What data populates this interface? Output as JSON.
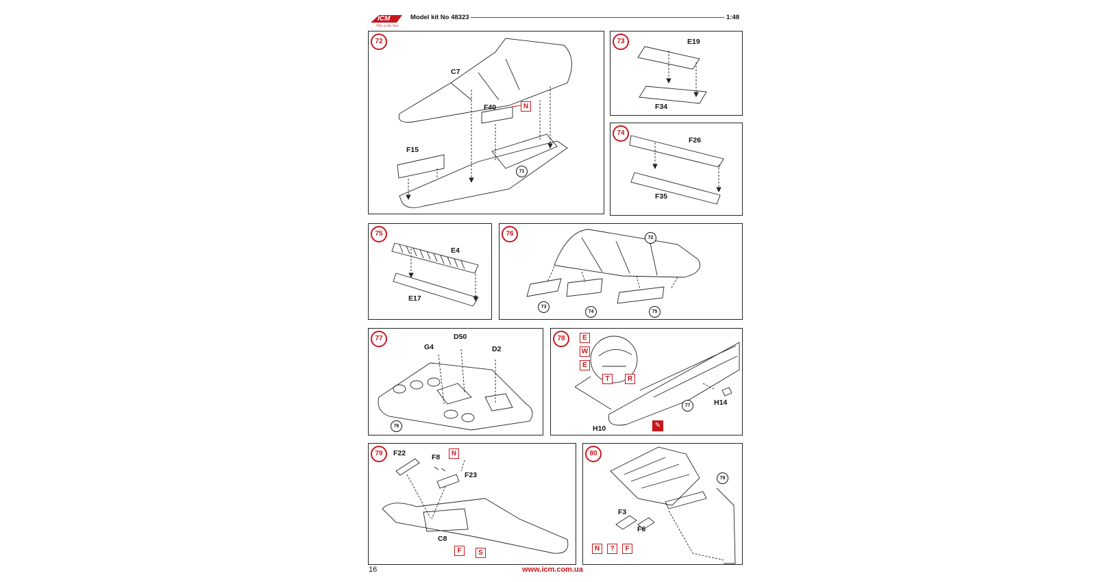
{
  "header": {
    "brand": "ICM",
    "tagline": "This is the best",
    "kit_label": "Model kit No 48323",
    "scale": "1:48"
  },
  "colors": {
    "accent": "#c8161d",
    "line": "#222222"
  },
  "steps": [
    {
      "number": "72",
      "labels": [
        "C7",
        "F40",
        "F15"
      ],
      "paint": [
        "N"
      ],
      "refs": [
        "71"
      ]
    },
    {
      "number": "73",
      "labels": [
        "E19",
        "F34"
      ]
    },
    {
      "number": "74",
      "labels": [
        "F26",
        "F35"
      ]
    },
    {
      "number": "75",
      "labels": [
        "E4",
        "E17"
      ]
    },
    {
      "number": "76",
      "labels": [],
      "refs": [
        "72",
        "73",
        "74",
        "75"
      ]
    },
    {
      "number": "77",
      "labels": [
        "D50",
        "G4",
        "D2"
      ],
      "refs": [
        "76"
      ]
    },
    {
      "number": "78",
      "labels": [
        "H14",
        "H10"
      ],
      "paint": [
        "E",
        "W",
        "E",
        "T",
        "R"
      ],
      "refs": [
        "77"
      ]
    },
    {
      "number": "79",
      "labels": [
        "F22",
        "F8",
        "F23",
        "C8"
      ],
      "paint": [
        "N",
        "F",
        "S"
      ]
    },
    {
      "number": "80",
      "labels": [
        "F3",
        "F6"
      ],
      "paint": [
        "N",
        "?",
        "F"
      ],
      "refs": [
        "79"
      ]
    }
  ],
  "footer": {
    "page_number": "16",
    "url": "www.icm.com.ua"
  }
}
